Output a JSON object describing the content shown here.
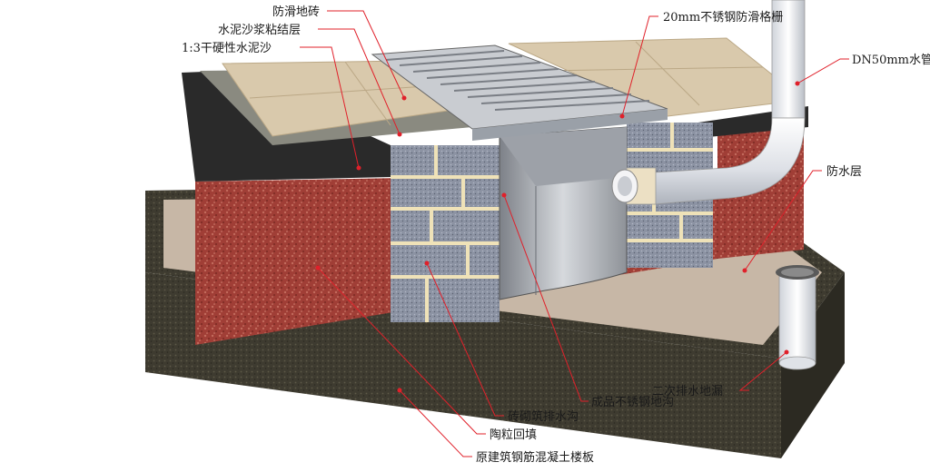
{
  "labels": {
    "anti_slip_tile": "防滑地砖",
    "cement_mortar_bond": "水泥沙浆粘结层",
    "dry_cement_sand": "1:3干硬性水泥沙",
    "grating": "20mm不锈钢防滑格栅",
    "pipe": "DN50mm水管",
    "waterproof": "防水层",
    "floor_drain": "二次排水地漏",
    "steel_trench": "成品不锈钢地沟",
    "brick_trench": "砖砌筑排水沟",
    "ceramsite": "陶粒回填",
    "concrete_slab": "原建筑钢筋混凝土楼板"
  },
  "colors": {
    "leader": "#e0202a",
    "brick_red": "#9c3a34",
    "block_grey": "#8a90a0",
    "slab_dark": "#3e3b30",
    "tile": "#d9c9ac",
    "steel": "#b8bcc2"
  }
}
